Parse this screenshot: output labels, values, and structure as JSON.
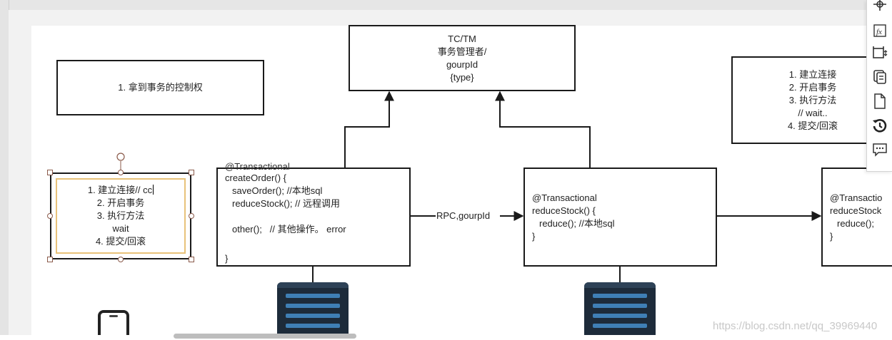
{
  "diagram": {
    "tc_box": {
      "lines": [
        "TC/TM",
        "事务管理者/",
        "gourpId",
        "{type}"
      ]
    },
    "control_box": {
      "text": "1. 拿到事务的控制权"
    },
    "steps_box_selected": {
      "lines": [
        "1. 建立连接// cc",
        "2. 开启事务",
        "3. 执行方法",
        "wait",
        "4. 提交/回滚"
      ]
    },
    "steps_box_right": {
      "lines": [
        "1. 建立连接",
        "2. 开启事务",
        "3. 执行方法",
        "// wait..",
        "4. 提交/回滚"
      ]
    },
    "order_box": {
      "lines": [
        "@Transactional",
        "createOrder() {",
        "saveOrder(); //本地sql",
        "reduceStock(); // 远程调用",
        "other();   // 其他操作。 error",
        "}"
      ]
    },
    "stock_box": {
      "lines": [
        "@Transactional",
        "reduceStock() {",
        "reduce(); //本地sql",
        "}"
      ]
    },
    "stock_box_partial": {
      "lines": [
        "@Transactio",
        "reduceStock",
        "reduce(); ",
        "}"
      ]
    },
    "rpc_label": "RPC,gourpId"
  },
  "toolbar": {
    "icons": [
      "crosshair-icon",
      "formula-icon",
      "resize-icon",
      "copy-icon",
      "page-icon",
      "history-icon",
      "comment-icon"
    ]
  },
  "watermark": "https://blog.csdn.net/qq_39969440"
}
